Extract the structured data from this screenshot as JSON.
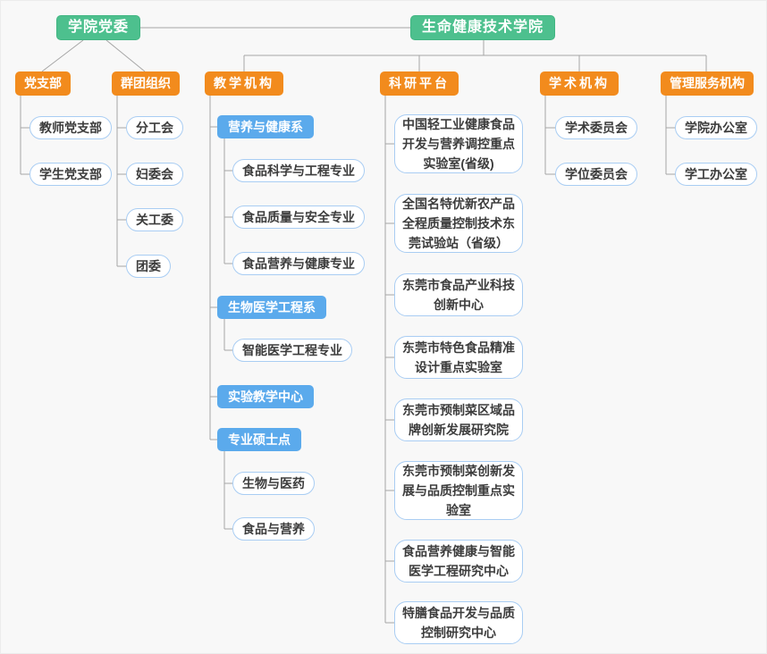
{
  "colors": {
    "background": "#f8f8f8",
    "green": "#4dc08e",
    "green_border": "#41b582",
    "orange": "#f28b1d",
    "blue": "#5baaec",
    "leaf_border": "#a9cdf3",
    "leaf_text": "#3c3c3c",
    "line": "#a6a6a6"
  },
  "chart": {
    "roots": [
      {
        "label": "学院党委"
      },
      {
        "label": "生命健康技术学院"
      }
    ],
    "branches": [
      {
        "label": "党支部",
        "children": [
          "教师党支部",
          "学生党支部"
        ]
      },
      {
        "label": "群团组织",
        "children": [
          "分工会",
          "妇委会",
          "关工委",
          "团委"
        ]
      },
      {
        "label": "教学机构",
        "sections": [
          {
            "label": "营养与健康系",
            "children": [
              "食品科学与工程专业",
              "食品质量与安全专业",
              "食品营养与健康专业"
            ]
          },
          {
            "label": "生物医学工程系",
            "children": [
              "智能医学工程专业"
            ]
          },
          {
            "label": "实验教学中心",
            "children": []
          },
          {
            "label": "专业硕士点",
            "children": [
              "生物与医药",
              "食品与营养"
            ]
          }
        ]
      },
      {
        "label": "科研平台",
        "children": [
          "中国轻工业健康食品开发与营养调控重点实验室(省级)",
          "全国名特优新农产品全程质量控制技术东莞试验站（省级）",
          "东莞市食品产业科技创新中心",
          "东莞市特色食品精准设计重点实验室",
          "东莞市预制菜区域品牌创新发展研究院",
          "东莞市预制菜创新发展与品质控制重点实验室",
          "食品营养健康与智能医学工程研究中心",
          "特膳食品开发与品质控制研究中心"
        ]
      },
      {
        "label": "学术机构",
        "children": [
          "学术委员会",
          "学位委员会"
        ]
      },
      {
        "label": "管理服务机构",
        "children": [
          "学院办公室",
          "学工办公室"
        ]
      }
    ]
  }
}
